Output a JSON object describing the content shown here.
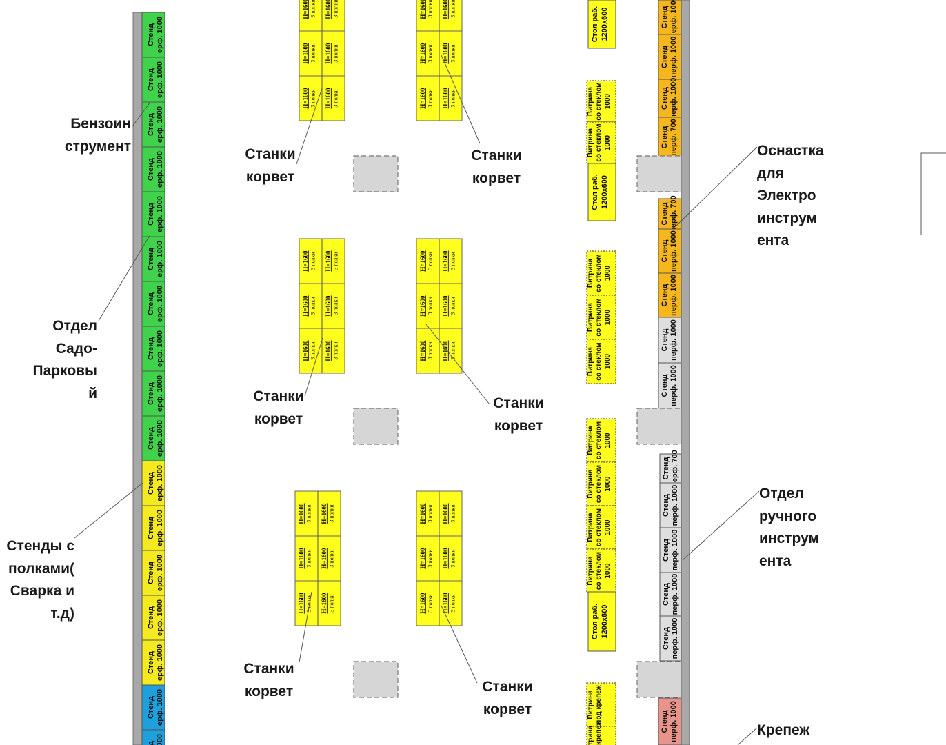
{
  "wall_colors": {
    "green": "#3fd24a",
    "yellow": "#f5ea1f",
    "blue": "#1ea0dc",
    "orange": "#f5b61e",
    "gray": "#dedede",
    "pink": "#e8948b",
    "shelf_yellow": "#ffff1e",
    "column_gray": "#d6d6d6"
  },
  "text": {
    "stand": "Стенд",
    "perf1000": "ерф. 1000",
    "perf1000_full": "перф. 1000",
    "perf700": "перф. 700",
    "showcase": "Витрина",
    "with_glass": "со стеклом",
    "len1000": "1000",
    "table": "Стол раб.",
    "table_size": "1200х600",
    "fastener_under": "под крепеж",
    "shelf_h": "H=1600",
    "shelf_n": "3 полки"
  },
  "left_wall": {
    "stands": [
      {
        "color": "green"
      },
      {
        "color": "green"
      },
      {
        "color": "green"
      },
      {
        "color": "green"
      },
      {
        "color": "green"
      },
      {
        "color": "green"
      },
      {
        "color": "green"
      },
      {
        "color": "green"
      },
      {
        "color": "green"
      },
      {
        "color": "green"
      },
      {
        "color": "yellow"
      },
      {
        "color": "yellow"
      },
      {
        "color": "yellow"
      },
      {
        "color": "yellow"
      },
      {
        "color": "yellow"
      },
      {
        "color": "blue"
      },
      {
        "color": "blue"
      }
    ]
  },
  "right_wall": {
    "stands": [
      {
        "color": "orange",
        "text": "perf1000_full"
      },
      {
        "color": "orange",
        "text": "perf1000_full"
      },
      {
        "color": "orange",
        "text": "perf1000_full"
      },
      {
        "color": "orange",
        "text": "perf700"
      },
      {
        "color": "orange",
        "text": "perf700"
      },
      {
        "color": "orange",
        "text": "perf1000_full"
      },
      {
        "color": "orange",
        "text": "perf1000_full"
      },
      {
        "color": "gray",
        "text": "perf1000_full"
      },
      {
        "color": "gray",
        "text": "perf1000_full"
      },
      {
        "color": "gray",
        "text": "perf700"
      },
      {
        "color": "gray",
        "text": "perf1000_full"
      },
      {
        "color": "gray",
        "text": "perf1000_full"
      },
      {
        "color": "gray",
        "text": "perf1000_full"
      },
      {
        "color": "gray",
        "text": "perf1000_full"
      },
      {
        "color": "pink",
        "text": "perf1000_full"
      }
    ]
  },
  "labels": {
    "benzo": [
      "Бензоин",
      "струмент"
    ],
    "sado": [
      "Отдел",
      "Садо-",
      "Парковы",
      "й"
    ],
    "stands_shelves": [
      "Стенды с",
      "полками(",
      "Сварка и",
      "т.д)"
    ],
    "osnastka": [
      "Оснастка",
      "для",
      "Электро",
      "инструм",
      "ента"
    ],
    "ruchnoy": [
      "Отдел",
      "ручного",
      "инструм",
      "ента"
    ],
    "krepezh": [
      "Крепеж"
    ],
    "stanki": [
      "Станки",
      "корвет"
    ]
  }
}
